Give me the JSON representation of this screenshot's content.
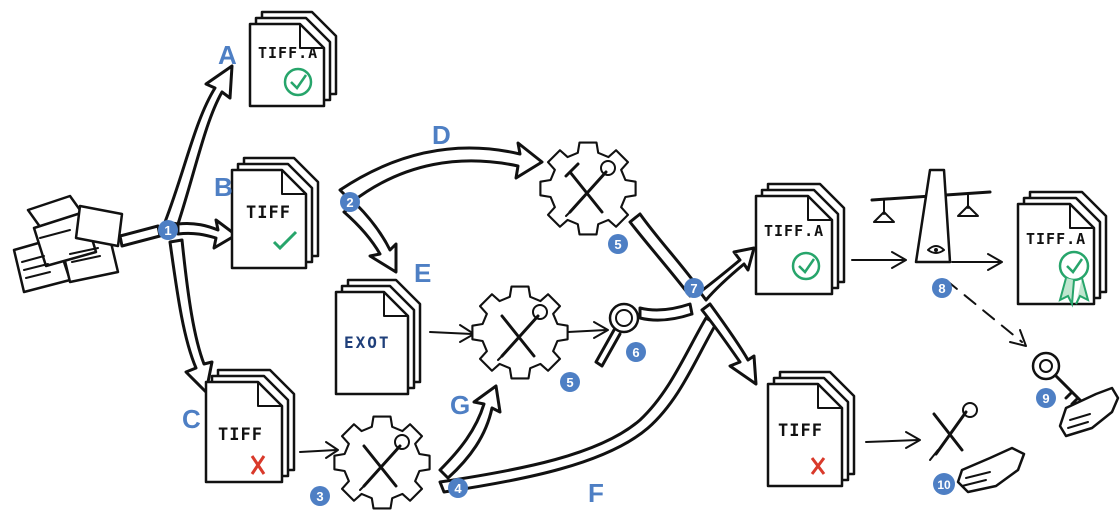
{
  "letters": {
    "a": "A",
    "b": "B",
    "c": "C",
    "d": "D",
    "e": "E",
    "f": "F",
    "g": "G"
  },
  "steps": {
    "s1": "1",
    "s2": "2",
    "s3": "3",
    "s4": "4",
    "s5a": "5",
    "s5b": "5",
    "s6": "6",
    "s7": "7",
    "s8": "8",
    "s9": "9",
    "s10": "10"
  },
  "documents": {
    "a_label": "TIFF.A",
    "b_label": "TIFF",
    "c_label": "TIFF",
    "e_label": "EXOT",
    "pass_label": "TIFF.A",
    "fail_label": "TIFF",
    "archive_label": "TIFF.A"
  },
  "colors": {
    "accent_blue": "#4e7fc4",
    "ok_green": "#27a56b",
    "error_red": "#d93a2b"
  }
}
